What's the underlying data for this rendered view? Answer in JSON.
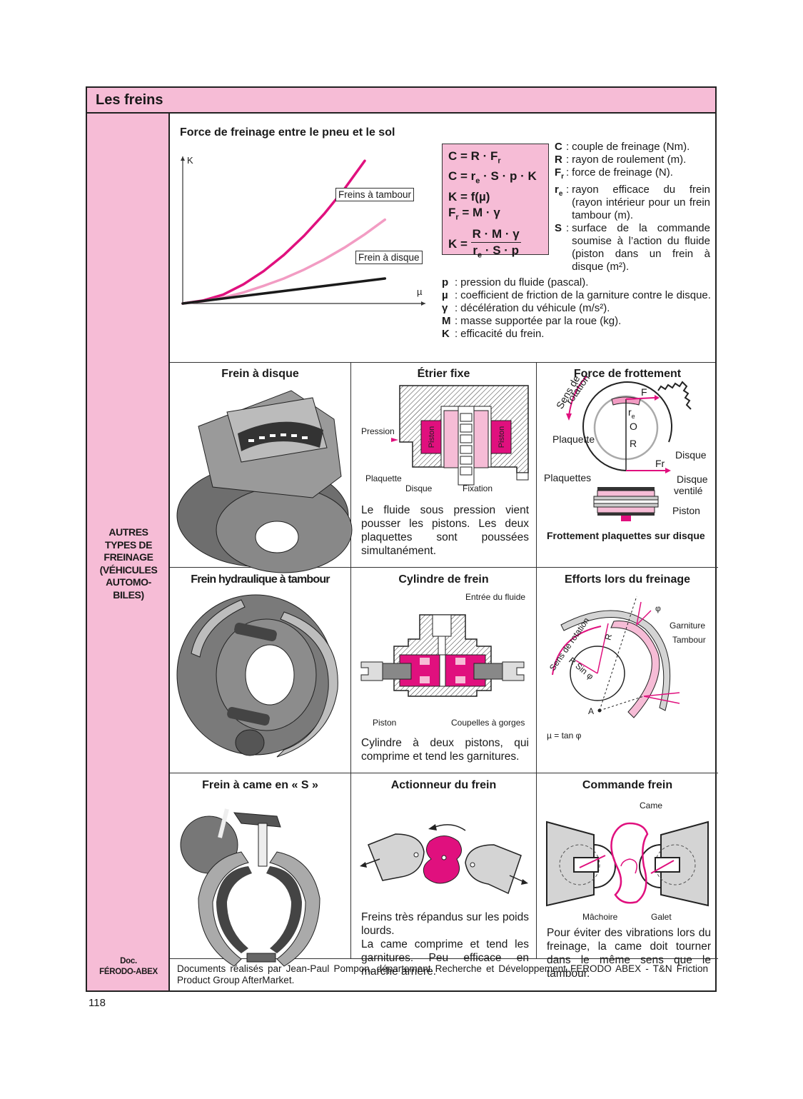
{
  "page": {
    "title": "Les freins",
    "side_label_lines": [
      "AUTRES",
      "TYPES DE",
      "FREINAGE",
      "(VÉHICULES",
      "AUTOMO-",
      "BILES)"
    ],
    "doc_label_lines": [
      "Doc.",
      "FÉRODO-ABEX"
    ],
    "page_number": "118",
    "footer": "Documents réalisés par Jean-Paul Pompon, département Recherche et Développement FERODO ABEX - T&N Friction Product Group AfterMarket."
  },
  "force_section": {
    "title": "Force de freinage entre le pneu et le sol",
    "formulas": {
      "f1": "C = R · F",
      "f1_sub": "r",
      "f2a": "C = r",
      "f2_sub": "e",
      "f2b": " · S · p · K",
      "f3": "K = f(µ)",
      "f4a": "F",
      "f4_sub": "r",
      "f4b": " = M · γ",
      "f5_lhs": "K = ",
      "f5_num": "R · M · γ",
      "f5_den_a": "r",
      "f5_den_sub": "e",
      "f5_den_b": " · S · p"
    },
    "definitions_right": [
      {
        "sym": "C",
        "sub": "",
        "text": "couple de freinage (Nm)."
      },
      {
        "sym": "R",
        "sub": "",
        "text": "rayon de roulement (m)."
      },
      {
        "sym": "F",
        "sub": "r",
        "text": "force de freinage (N)."
      },
      {
        "sym": "r",
        "sub": "e",
        "text": "rayon efficace du frein (rayon intérieur pour un frein tambour (m)."
      },
      {
        "sym": "S",
        "sub": "",
        "text": "surface de la commande soumise à l’action du fluide (piston dans un frein à disque (m²)."
      }
    ],
    "definitions_bottom": [
      {
        "sym": "p",
        "text": "pression du fluide (pascal)."
      },
      {
        "sym": "µ",
        "text": "coefficient de friction de la garniture contre le disque."
      },
      {
        "sym": "γ",
        "text": "décélération du véhicule (m/s²)."
      },
      {
        "sym": "M",
        "text": "masse supportée par la roue (kg)."
      },
      {
        "sym": "K",
        "text": "efficacité du frein."
      }
    ]
  },
  "chart_data": {
    "type": "line",
    "title": "",
    "xlabel": "µ",
    "ylabel": "K",
    "x": [
      0,
      0.1,
      0.2,
      0.3,
      0.4,
      0.5,
      0.6,
      0.7,
      0.8,
      0.9,
      1.0
    ],
    "xlim": [
      0,
      1.2
    ],
    "ylim": [
      0,
      1.0
    ],
    "grid": false,
    "series": [
      {
        "name": "Freins à tambour (courbe haute)",
        "color": "#e0107e",
        "values": [
          0,
          0.02,
          0.06,
          0.13,
          0.22,
          0.33,
          0.46,
          0.61,
          0.78,
          0.97,
          null
        ]
      },
      {
        "name": "Freins à tambour (courbe basse)",
        "color": "#f29cc3",
        "values": [
          0,
          0.015,
          0.04,
          0.075,
          0.12,
          0.17,
          0.23,
          0.3,
          0.38,
          0.47,
          0.57
        ]
      },
      {
        "name": "Frein à disque",
        "color": "#1a1a1a",
        "values": [
          0,
          0.017,
          0.034,
          0.051,
          0.068,
          0.085,
          0.102,
          0.119,
          0.136,
          0.153,
          0.17
        ]
      }
    ],
    "annotations": [
      "Freins à tambour",
      "Frein à disque"
    ]
  },
  "cells": {
    "disc": {
      "title": "Frein à disque"
    },
    "etrier": {
      "title": "Étrier fixe",
      "labels": {
        "pression": "Pression",
        "piston": "Piston",
        "plaquette": "Plaquette",
        "disque": "Disque",
        "fixation": "Fixation"
      },
      "desc": "Le fluide sous pression vient pousser les pistons. Les deux plaquettes sont poussées simultanément."
    },
    "frottement": {
      "title": "Force de frottement",
      "labels": {
        "sens": "Sens de",
        "rotation": "rotation",
        "F": "F",
        "re": "r",
        "re_sub": "e",
        "O": "O",
        "R": "R",
        "Fr": "Fr",
        "plaquette": "Plaquette",
        "disque": "Disque",
        "plaquettes": "Plaquettes",
        "disque_ventile_1": "Disque",
        "disque_ventile_2": "ventilé",
        "piston": "Piston"
      },
      "desc": "Frottement plaquettes sur disque"
    },
    "tambour": {
      "title": "Frein hydraulique à tambour"
    },
    "cylindre": {
      "title": "Cylindre de frein",
      "labels": {
        "entree": "Entrée du fluide",
        "piston": "Piston",
        "coupelles": "Coupelles à gorges"
      },
      "desc": "Cylindre à deux pistons, qui comprime et tend les garnitures."
    },
    "efforts": {
      "title": "Efforts lors du freinage",
      "labels": {
        "garniture": "Garniture",
        "tambour": "Tambour",
        "sens": "Sens de rotation",
        "R": "R",
        "rsin": "R Sin φ",
        "A": "A",
        "phi": "φ",
        "mu": "µ = tan φ"
      }
    },
    "came": {
      "title": "Frein à came en « S »"
    },
    "actionneur": {
      "title": "Actionneur du frein",
      "desc1": "Freins très répandus sur les poids lourds.",
      "desc2": "La came comprime et tend les garnitures. Peu efficace en marche arrière."
    },
    "commande": {
      "title": "Commande frein",
      "labels": {
        "came": "Came",
        "machoire": "Mâchoire",
        "galet": "Galet"
      },
      "desc": "Pour éviter des vibrations lors du freinage, la came doit tourner dans le même sens que le tambour."
    }
  },
  "colors": {
    "pink_bg": "#f6bcd6",
    "magenta": "#e0107e",
    "light_pink": "#f29cc3",
    "gray": "#d4d4d4"
  }
}
